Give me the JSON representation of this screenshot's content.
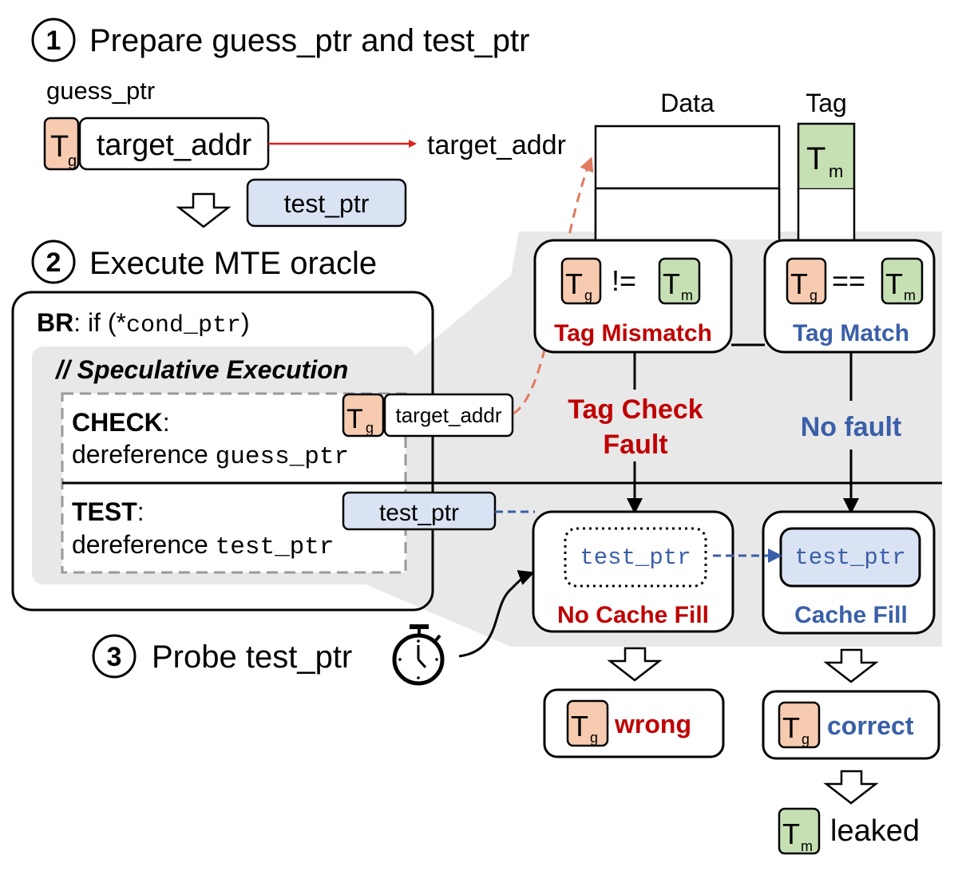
{
  "steps": {
    "step1": {
      "number": "1",
      "title": "Prepare guess_ptr and test_ptr"
    },
    "step2": {
      "number": "2",
      "title": "Execute MTE oracle"
    },
    "step3": {
      "number": "3",
      "title": "Probe test_ptr"
    }
  },
  "pointers": {
    "guess_ptr_label": "guess_ptr",
    "tag_g": "T",
    "tag_g_sub": "g",
    "tag_m": "T",
    "tag_m_sub": "m",
    "target_addr": "target_addr",
    "test_ptr": "test_ptr"
  },
  "memory": {
    "data_header": "Data",
    "tag_header": "Tag",
    "target_addr_label": "target_addr"
  },
  "oracle": {
    "br_bold": "BR",
    "br_text": ": if (*",
    "br_code": "cond_ptr",
    "br_close": ")",
    "spec_title": "// Speculative Execution",
    "check_bold": "CHECK",
    "check_colon": ":",
    "check_text": "dereference ",
    "check_code": "guess_ptr",
    "test_bold": "TEST",
    "test_colon": ":",
    "test_text": "dereference ",
    "test_code": "test_ptr"
  },
  "compare": {
    "mismatch_op": "!=",
    "mismatch_label": "Tag Mismatch",
    "match_op": "==",
    "match_label": "Tag Match"
  },
  "outcomes": {
    "fault_line1": "Tag Check",
    "fault_line2": "Fault",
    "no_fault": "No fault",
    "no_cache_fill": "No Cache Fill",
    "cache_fill": "Cache Fill",
    "cache_ptr": "test_ptr",
    "wrong": "wrong",
    "correct": "correct",
    "leaked": "leaked"
  },
  "colors": {
    "tag_g_fill": "#f7cbb0",
    "tag_m_fill": "#c6e0b4",
    "test_ptr_fill": "#dae3f3",
    "red": "#c00000",
    "blue": "#3a5fa8",
    "shade": "#e8e8e8",
    "arrow_orange": "#e07a5f"
  }
}
